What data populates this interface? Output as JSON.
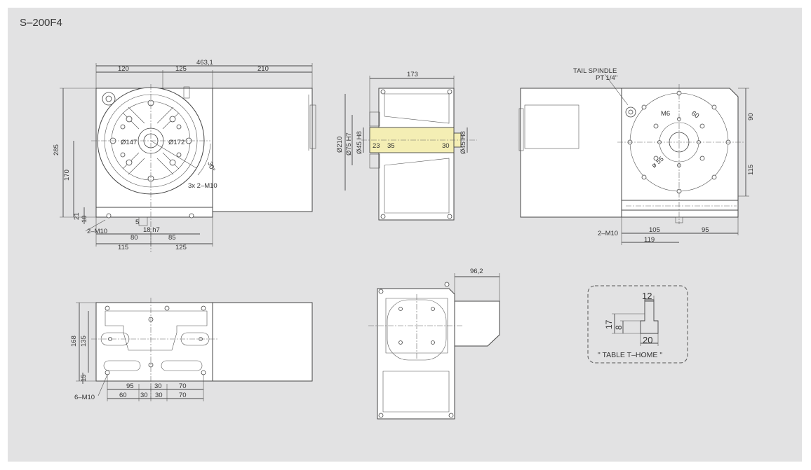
{
  "title": "S–200F4",
  "colors": {
    "sheet": "#e2e2e3",
    "line": "#444444",
    "highlight": "#f4eeb4"
  },
  "front_view": {
    "overall": "463,1",
    "seg_a": "120",
    "seg_b": "125",
    "seg_c": "210",
    "height": "285",
    "center_height": "170",
    "dim_21": "21",
    "dim_10": "10",
    "dim_5": "5",
    "dia_147": "Ø147",
    "dia_172": "Ø172",
    "angle_30": "30°",
    "thread_3x": "3x 2–M10",
    "thread_2m10": "2–M10",
    "dim_80": "80",
    "key_18h7": "18 h7",
    "dim_85": "85",
    "dim_115": "115",
    "dim_125": "125"
  },
  "side_view": {
    "width": "173",
    "dia_210": "Ø210",
    "dia_75": "Ø75 H7",
    "dia_45a": "Ø45 H8",
    "dia_45b": "Ø45 H8",
    "dim_23": "23",
    "dim_35": "35",
    "dim_30": "30"
  },
  "rear_view": {
    "tail_spindle": "TAIL SPINDLE",
    "tail_thread": "PT 1/4ʺ",
    "m6": "M6",
    "dim_60": "60",
    "dia_55": "ø 55",
    "dim_90": "90",
    "dim_115": "115",
    "thread_2m10": "2–M10",
    "dim_105": "105",
    "dim_95": "95",
    "dim_119": "119"
  },
  "top_view": {
    "dim_168": "168",
    "dim_135": "135",
    "dim_15": "15",
    "thread_6m10": "6–M10",
    "row1": [
      "95",
      "30",
      "70"
    ],
    "row2": [
      "60",
      "30",
      "30",
      "70"
    ]
  },
  "end_view": {
    "dim_96": "96,2"
  },
  "tslot_detail": {
    "w12": "12",
    "h17": "17",
    "h8": "8",
    "w20": "20",
    "label": "\" TABLE T–HOME \""
  }
}
